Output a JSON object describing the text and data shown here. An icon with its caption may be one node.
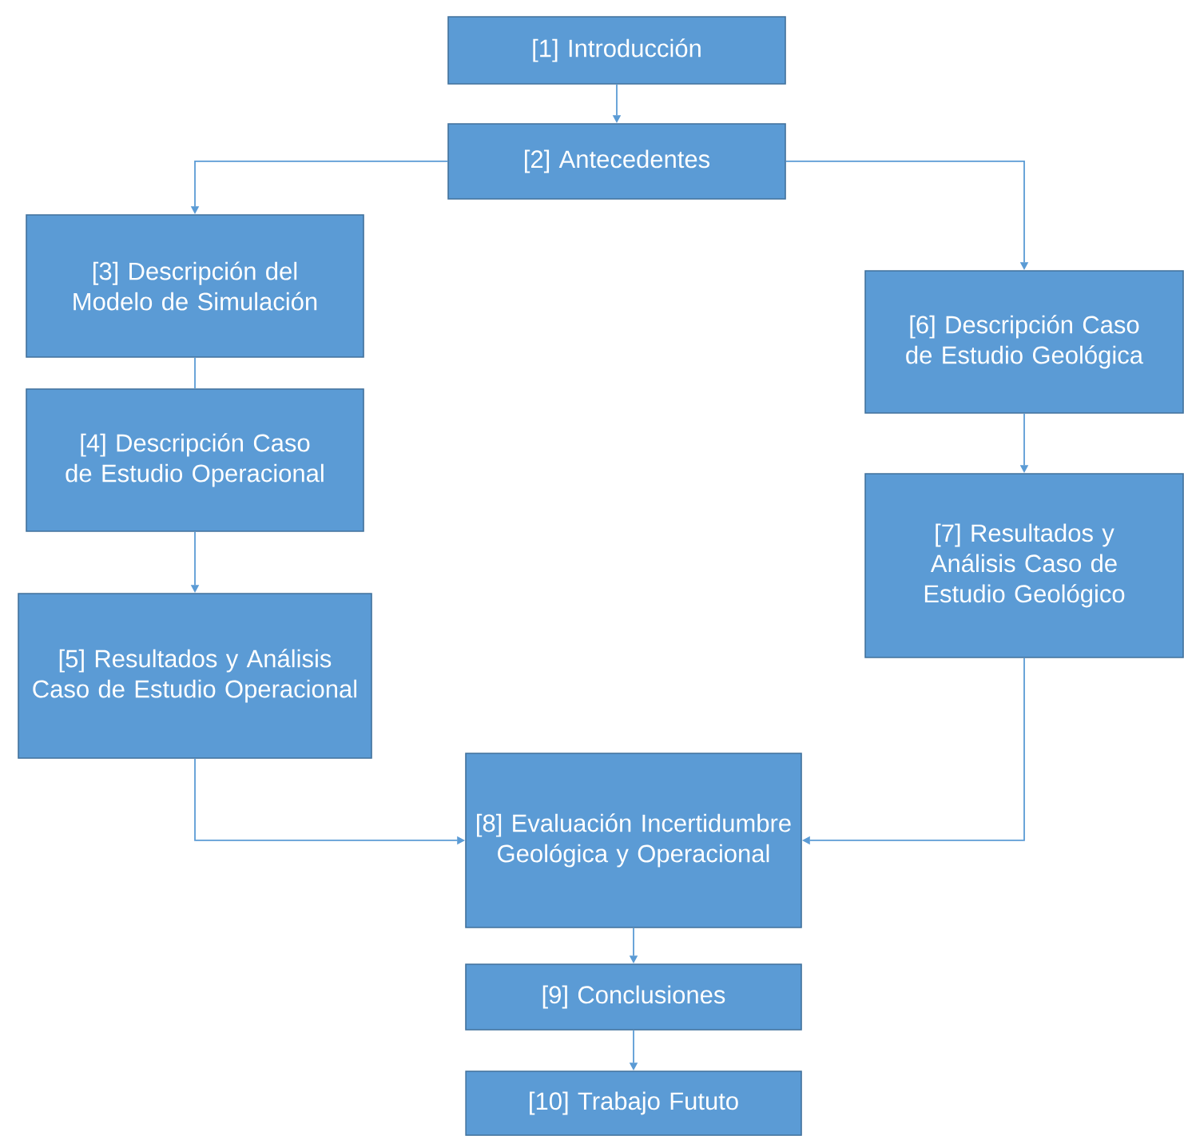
{
  "diagram": {
    "nodes": [
      {
        "text": [
          "[1] Introducción"
        ]
      },
      {
        "text": [
          "[2] Antecedentes"
        ]
      },
      {
        "text": [
          "[3] Descripción del Modelo de Simulación"
        ]
      },
      {
        "text": [
          "[4] Descripción Caso de Estudio Operacional"
        ]
      },
      {
        "text": [
          "[5] Resultados y Análisis Caso de Estudio Operacional"
        ]
      },
      {
        "text": [
          "[6] Descripción Caso de Estudio Geológica"
        ]
      },
      {
        "text": [
          "[7] Resultados y Análisis Caso de Estudio Geológico"
        ]
      },
      {
        "text": [
          "[8] Evaluación Incertidumbre Geológica y Operacional"
        ]
      },
      {
        "text": [
          "[9] Conclusiones"
        ]
      },
      {
        "text": [
          "[10] Trabajo Fututo"
        ]
      }
    ],
    "edges": [
      {
        "from": 0,
        "to": 1,
        "arrow": "to"
      },
      {
        "from": 1,
        "to": 2,
        "arrow": "to"
      },
      {
        "from": 1,
        "to": 5,
        "arrow": "to"
      },
      {
        "from": 2,
        "to": 3,
        "arrow": "none"
      },
      {
        "from": 3,
        "to": 4,
        "arrow": "to"
      },
      {
        "from": 5,
        "to": 6,
        "arrow": "to"
      },
      {
        "from": 4,
        "to": 7,
        "arrow": "to"
      },
      {
        "from": 6,
        "to": 7,
        "arrow": "to"
      },
      {
        "from": 7,
        "to": 8,
        "arrow": "to"
      },
      {
        "from": 8,
        "to": 9,
        "arrow": "to"
      }
    ]
  }
}
